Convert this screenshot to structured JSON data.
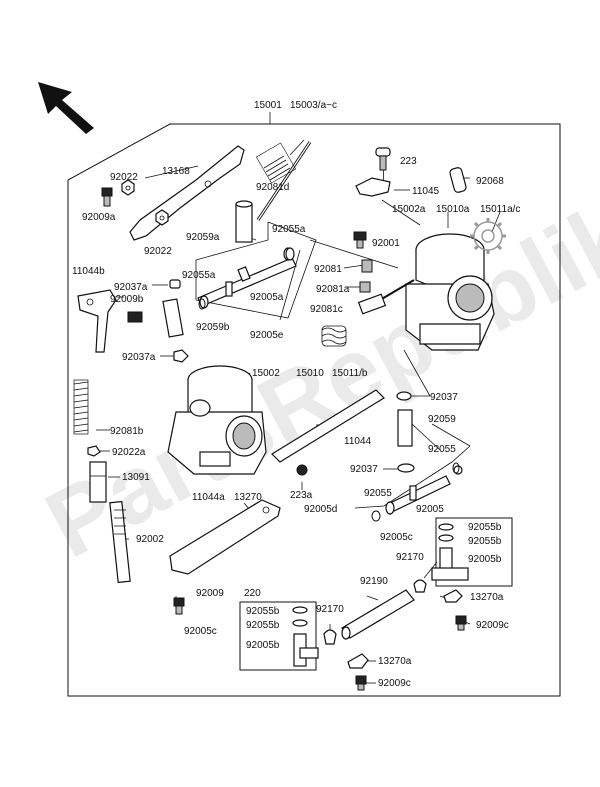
{
  "watermark": "PartsRepublik",
  "labels": {
    "l15001": "15001",
    "l15003": "15003/a~c",
    "l223": "223",
    "l92068": "92068",
    "l11045": "11045",
    "l15002a": "15002a",
    "l15010a": "15010a",
    "l15011ac": "15011a/c",
    "l92022a": "92022",
    "l13168": "13168",
    "l92009a": "92009a",
    "l92081d": "92081d",
    "l92022b": "92022",
    "l92059a": "92059a",
    "l92055a1": "92055a",
    "l92001": "92001",
    "l11044b": "11044b",
    "l92055a2": "92055a",
    "l92081": "92081",
    "l92037a1": "92037a",
    "l92009b": "92009b",
    "l92005a": "92005a",
    "l92081a": "92081a",
    "l92081c": "92081c",
    "l92059b": "92059b",
    "l92005e": "92005e",
    "l92037a2": "92037a",
    "l15002": "15002",
    "l15010": "15010",
    "l15011b": "15011/b",
    "l92037": "92037",
    "l92081b": "92081b",
    "l92059": "92059",
    "l11044": "11044",
    "l92022a2": "92022a",
    "l92055": "92055",
    "l13091": "13091",
    "l92037b": "92037",
    "l223a": "223a",
    "l92055b0": "92055",
    "l92005": "92005",
    "l92005d": "92005d",
    "l11044a": "11044a",
    "l13270": "13270",
    "l92055b1": "92055b",
    "l92005c1": "92005c",
    "l92055b2": "92055b",
    "l92002": "92002",
    "l92170a": "92170",
    "l92005b1": "92005b",
    "l92190": "92190",
    "l92009": "92009",
    "l220": "220",
    "l13270a1": "13270a",
    "l92055b3": "92055b",
    "l92170b": "92170",
    "l92009c1": "92009c",
    "l92005c2": "92005c",
    "l92055b4": "92055b",
    "l92005b2": "92005b",
    "l13270a2": "13270a",
    "l92009c2": "92009c"
  }
}
